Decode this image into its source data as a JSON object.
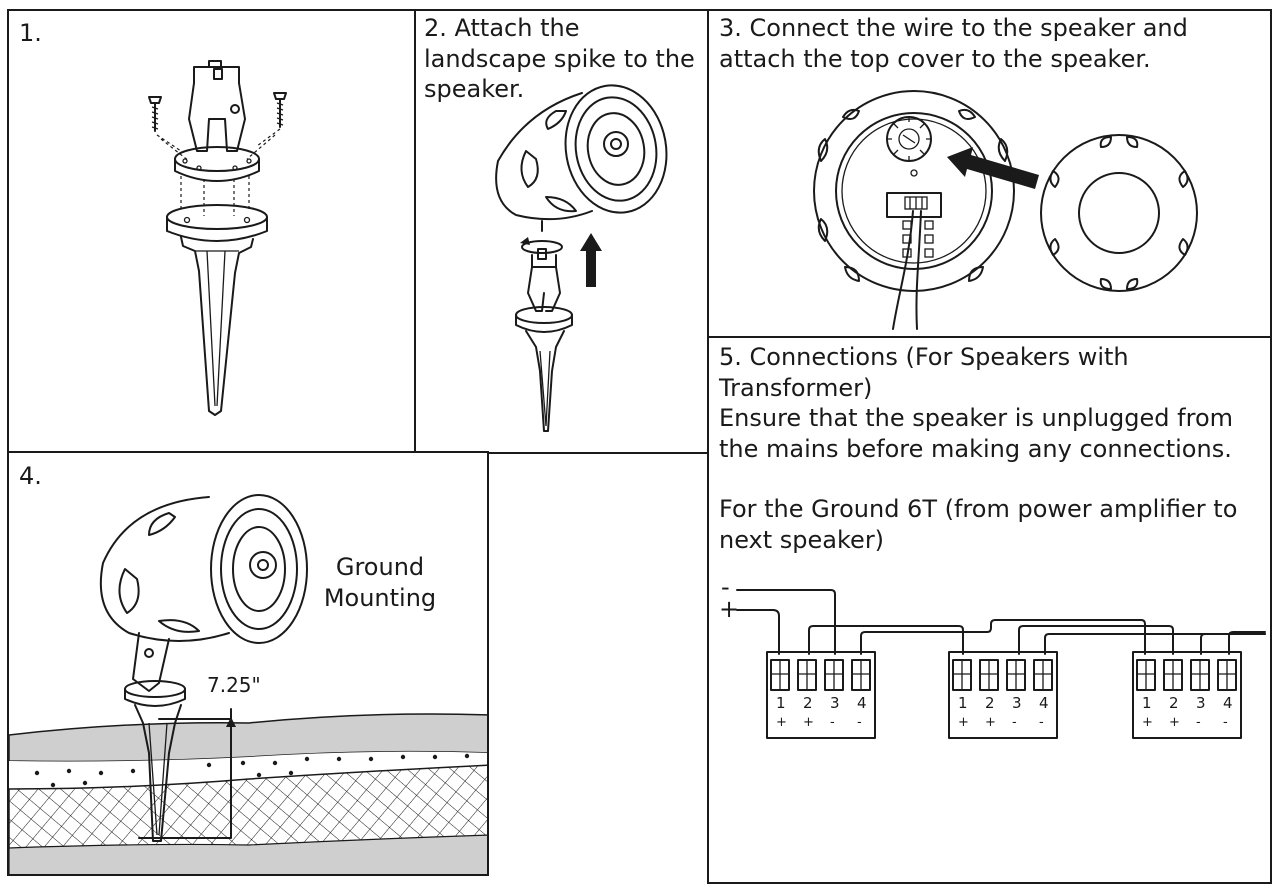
{
  "steps": {
    "step1": {
      "label": "1."
    },
    "step2": {
      "label": "2. Attach the\nlandscape spike to the\nspeaker."
    },
    "step3": {
      "label": "3. Connect the wire to the speaker and\nattach the top cover to the speaker."
    },
    "step4": {
      "label": "4.",
      "caption": "Ground\nMounting",
      "depth": "7.25\""
    },
    "step5": {
      "title": "5. Connections (For Speakers with\nTransformer)",
      "warning": "Ensure that the speaker is unplugged from\nthe mains before making any connections.",
      "note": "For the Ground 6T (from power amplifier to\nnext speaker)",
      "minus_label": "-",
      "plus_label": "+",
      "terminal_numbers": [
        "1",
        "2",
        "3",
        "4"
      ],
      "terminal_signs": [
        "+",
        "+",
        "-",
        "-"
      ]
    }
  },
  "colors": {
    "ink": "#1a1a1a",
    "ground": "#cfcfcf",
    "paper": "#ffffff"
  },
  "icons": [
    "screw-icon",
    "spike-icon",
    "speaker-icon",
    "arrow-icon",
    "rotate-icon",
    "top-cover-icon",
    "terminal-block-icon"
  ]
}
